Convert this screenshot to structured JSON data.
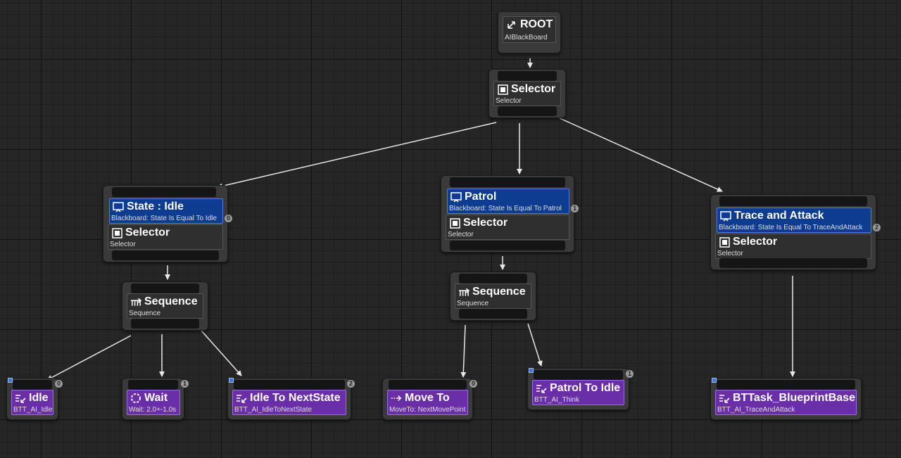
{
  "nodes": {
    "root": {
      "title": "ROOT",
      "sub": "AIBlackBoard",
      "icon": "root-icon"
    },
    "selector_main": {
      "title": "Selector",
      "sub": "Selector",
      "icon": "selector-icon"
    },
    "idle_branch": {
      "decorator": {
        "title": "State : Idle",
        "sub": "Blackboard: State Is Equal To Idle",
        "badge": "0"
      },
      "composite": {
        "title": "Selector",
        "sub": "Selector"
      }
    },
    "patrol_branch": {
      "decorator": {
        "title": "Patrol",
        "sub": "Blackboard: State Is Equal To Patrol",
        "badge": "1"
      },
      "composite": {
        "title": "Selector",
        "sub": "Selector"
      }
    },
    "attack_branch": {
      "decorator": {
        "title": "Trace and Attack",
        "sub": "Blackboard: State Is Equal To TraceAndAttack",
        "badge": "2"
      },
      "composite": {
        "title": "Selector",
        "sub": "Selector"
      }
    },
    "sequence_idle": {
      "title": "Sequence",
      "sub": "Sequence"
    },
    "sequence_patrol": {
      "title": "Sequence",
      "sub": "Sequence"
    },
    "task_idle": {
      "title": "Idle",
      "sub": "BTT_AI_Idle",
      "badge": "0"
    },
    "task_wait": {
      "title": "Wait",
      "sub": "Wait: 2.0+-1.0s",
      "badge": "1"
    },
    "task_idle_next": {
      "title": "Idle To NextState",
      "sub": "BTT_AI_IdleToNextState",
      "badge": "2"
    },
    "task_move_to": {
      "title": "Move To",
      "sub": "MoveTo: NextMovePoint",
      "badge": "0"
    },
    "task_patrol_idle": {
      "title": "Patrol To Idle",
      "sub": "BTT_AI_Think",
      "badge": "1"
    },
    "task_blueprint": {
      "title": "BTTask_BlueprintBase",
      "sub": "BTT_AI_TraceAndAttack"
    }
  },
  "colors": {
    "decorator": "#0d3c91",
    "task": "#6a2fa8",
    "composite": "#2f2f2f",
    "wire": "#e8e8e8"
  }
}
